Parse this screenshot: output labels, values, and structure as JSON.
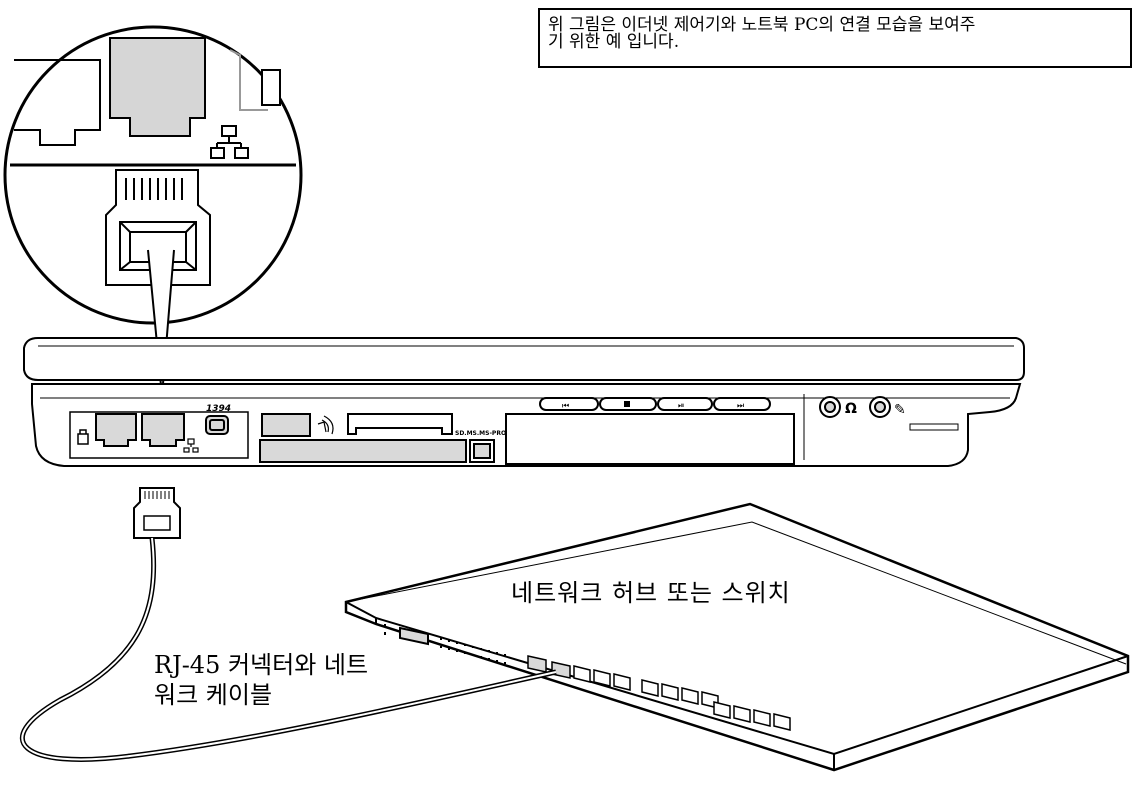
{
  "caption": {
    "line1": "위 그림은 이더넷 제어기와 노트북 PC의 연결 모습을 보여주",
    "line2": "기 위한 예 입니다."
  },
  "hub_label": "네트워크 허브 또는 스위치",
  "cable_label": {
    "line1": "RJ-45 커넥터와 네트",
    "line2": "워크 케이블"
  },
  "laptop": {
    "firewire_label": "1394",
    "card_reader_label": "SD.MS.MS-PRO"
  },
  "icons": [
    "network-icon",
    "modem-icon",
    "headphone-icon",
    "microphone-icon",
    "infrared-icon",
    "media-previous-icon",
    "media-stop-icon",
    "media-play-pause-icon",
    "media-next-icon"
  ],
  "colors": {
    "line": "#000000",
    "grey_panel": "#d9d9d9",
    "background": "#ffffff"
  }
}
